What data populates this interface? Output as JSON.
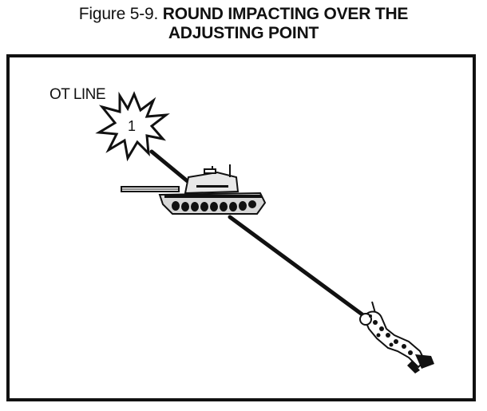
{
  "figure": {
    "label": "Figure 5-9.",
    "heading_line1": "ROUND IMPACTING OVER THE",
    "heading_line2": "ADJUSTING POINT"
  },
  "diagram": {
    "ot_line_label": "OT LINE",
    "round_number": "1",
    "elements": [
      "impact-burst",
      "tank-target",
      "observer-soldier",
      "ot-line"
    ]
  },
  "colors": {
    "ink": "#111111",
    "background": "#ffffff"
  }
}
